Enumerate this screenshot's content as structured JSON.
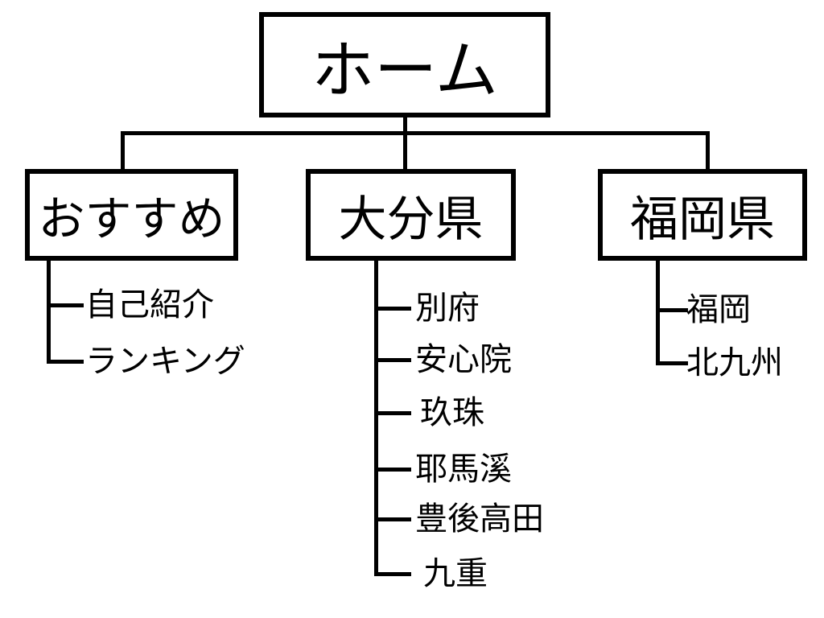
{
  "page": {
    "background_color": "#ffffff",
    "line_color": "#000000",
    "text_color": "#000000"
  },
  "tree": {
    "root": {
      "label": "ホーム"
    },
    "children": [
      {
        "label": "おすすめ",
        "items": [
          "自己紹介",
          "ランキング"
        ]
      },
      {
        "label": "大分県",
        "items": [
          "別府",
          "安心院",
          "玖珠",
          "耶馬溪",
          "豊後高田",
          "九重"
        ]
      },
      {
        "label": "福岡県",
        "items": [
          "福岡",
          "北九州"
        ]
      }
    ]
  }
}
